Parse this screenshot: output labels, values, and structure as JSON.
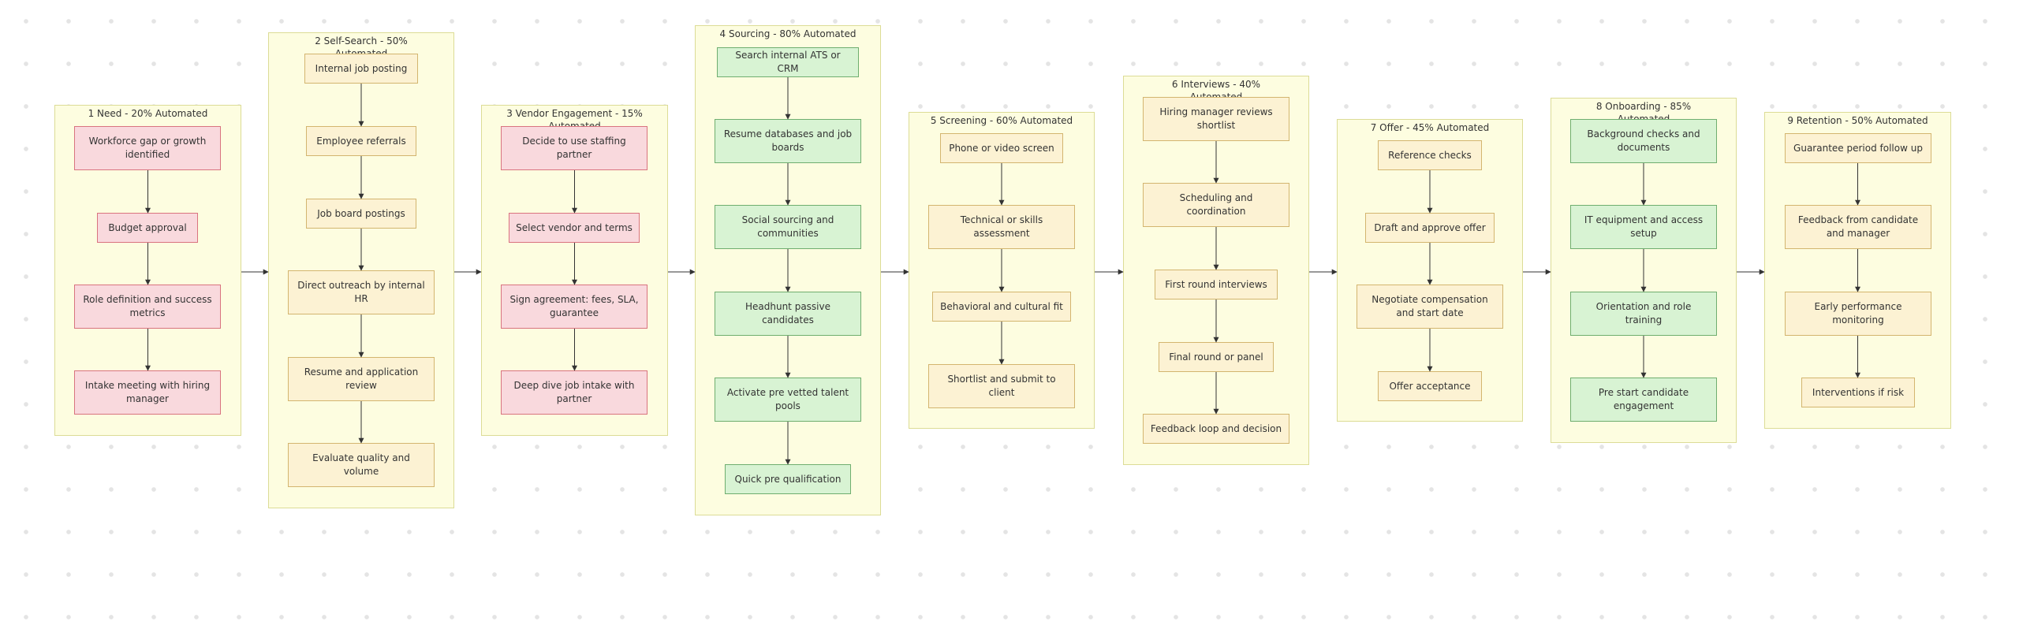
{
  "colors": {
    "manual": "#f9d9dd",
    "partial": "#fcf2d3",
    "automated": "#d8f3d3",
    "stage_fill": "#fdfde0",
    "connector": "#333333"
  },
  "stages": [
    {
      "title": "1 Need - 20% Automated",
      "steps": [
        {
          "label": "Workforce gap or growth identified",
          "kind": "manual"
        },
        {
          "label": "Budget approval",
          "kind": "manual"
        },
        {
          "label": "Role definition and success metrics",
          "kind": "manual"
        },
        {
          "label": "Intake meeting with hiring manager",
          "kind": "manual"
        }
      ]
    },
    {
      "title": "2 Self-Search - 50% Automated",
      "steps": [
        {
          "label": "Internal job posting",
          "kind": "partial"
        },
        {
          "label": "Employee referrals",
          "kind": "partial"
        },
        {
          "label": "Job board postings",
          "kind": "partial"
        },
        {
          "label": "Direct outreach by internal HR",
          "kind": "partial"
        },
        {
          "label": "Resume and application review",
          "kind": "partial"
        },
        {
          "label": "Evaluate quality and volume",
          "kind": "partial"
        }
      ]
    },
    {
      "title": "3 Vendor Engagement - 15% Automated",
      "steps": [
        {
          "label": "Decide to use staffing partner",
          "kind": "manual"
        },
        {
          "label": "Select vendor and terms",
          "kind": "manual"
        },
        {
          "label": "Sign agreement: fees, SLA, guarantee",
          "kind": "manual"
        },
        {
          "label": "Deep dive job intake with partner",
          "kind": "manual"
        }
      ]
    },
    {
      "title": "4 Sourcing - 80% Automated",
      "steps": [
        {
          "label": "Search internal ATS or CRM",
          "kind": "automated"
        },
        {
          "label": "Resume databases and job boards",
          "kind": "automated"
        },
        {
          "label": "Social sourcing and communities",
          "kind": "automated"
        },
        {
          "label": "Headhunt passive candidates",
          "kind": "automated"
        },
        {
          "label": "Activate pre vetted talent pools",
          "kind": "automated"
        },
        {
          "label": "Quick pre qualification",
          "kind": "automated"
        }
      ]
    },
    {
      "title": "5 Screening - 60% Automated",
      "steps": [
        {
          "label": "Phone or video screen",
          "kind": "partial"
        },
        {
          "label": "Technical or skills assessment",
          "kind": "partial"
        },
        {
          "label": "Behavioral and cultural fit",
          "kind": "partial"
        },
        {
          "label": "Shortlist and submit to client",
          "kind": "partial"
        }
      ]
    },
    {
      "title": "6 Interviews - 40% Automated",
      "steps": [
        {
          "label": "Hiring manager reviews shortlist",
          "kind": "partial"
        },
        {
          "label": "Scheduling and coordination",
          "kind": "partial"
        },
        {
          "label": "First round interviews",
          "kind": "partial"
        },
        {
          "label": "Final round or panel",
          "kind": "partial"
        },
        {
          "label": "Feedback loop and decision",
          "kind": "partial"
        }
      ]
    },
    {
      "title": "7 Offer - 45% Automated",
      "steps": [
        {
          "label": "Reference checks",
          "kind": "partial"
        },
        {
          "label": "Draft and approve offer",
          "kind": "partial"
        },
        {
          "label": "Negotiate compensation and start date",
          "kind": "partial"
        },
        {
          "label": "Offer acceptance",
          "kind": "partial"
        }
      ]
    },
    {
      "title": "8 Onboarding - 85% Automated",
      "steps": [
        {
          "label": "Background checks and documents",
          "kind": "automated"
        },
        {
          "label": "IT equipment and access setup",
          "kind": "automated"
        },
        {
          "label": "Orientation and role training",
          "kind": "automated"
        },
        {
          "label": "Pre start candidate engagement",
          "kind": "automated"
        }
      ]
    },
    {
      "title": "9 Retention - 50% Automated",
      "steps": [
        {
          "label": "Guarantee period follow up",
          "kind": "partial"
        },
        {
          "label": "Feedback from candidate and manager",
          "kind": "partial"
        },
        {
          "label": "Early performance monitoring",
          "kind": "partial"
        },
        {
          "label": "Interventions if risk",
          "kind": "partial"
        }
      ]
    }
  ]
}
